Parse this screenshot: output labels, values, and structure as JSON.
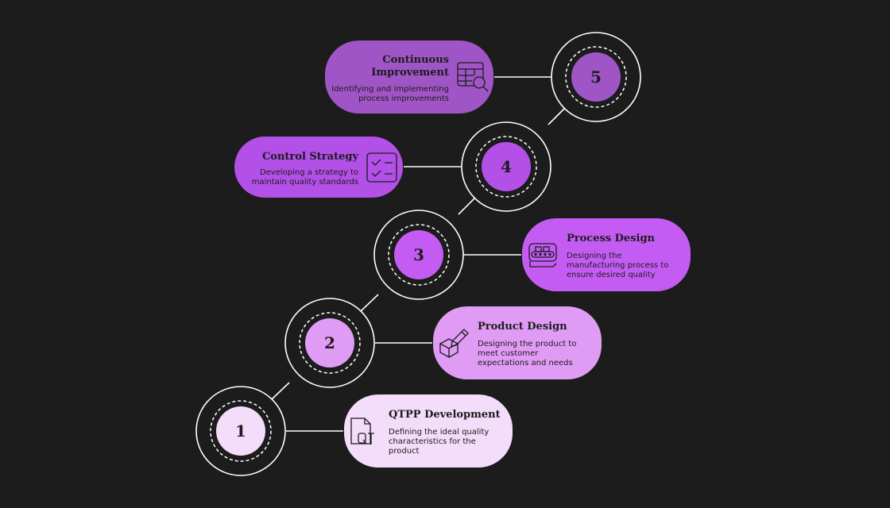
{
  "colors": {
    "background": "#1c1c1c",
    "ring": "#ffffff",
    "step1": "#f4dcfb",
    "step2": "#e09cf5",
    "step3": "#c45cf4",
    "step4": "#b350e8",
    "step5": "#a055c6"
  },
  "steps": [
    {
      "number": "1",
      "title": "QTPP Development",
      "description": "Defining the ideal quality characteristics for the product",
      "icon": "document-qt-icon"
    },
    {
      "number": "2",
      "title": "Product Design",
      "description": "Designing the product to meet customer expectations and needs",
      "icon": "box-pencil-icon"
    },
    {
      "number": "3",
      "title": "Process Design",
      "description": "Designing the manufacturing process to ensure desired quality",
      "icon": "conveyor-belt-icon"
    },
    {
      "number": "4",
      "title": "Control Strategy",
      "description": "Developing a strategy to maintain quality standards",
      "icon": "checklist-icon"
    },
    {
      "number": "5",
      "title": "Continuous Improvement",
      "description": "Identifying and implementing process improvements",
      "icon": "table-search-icon"
    }
  ]
}
